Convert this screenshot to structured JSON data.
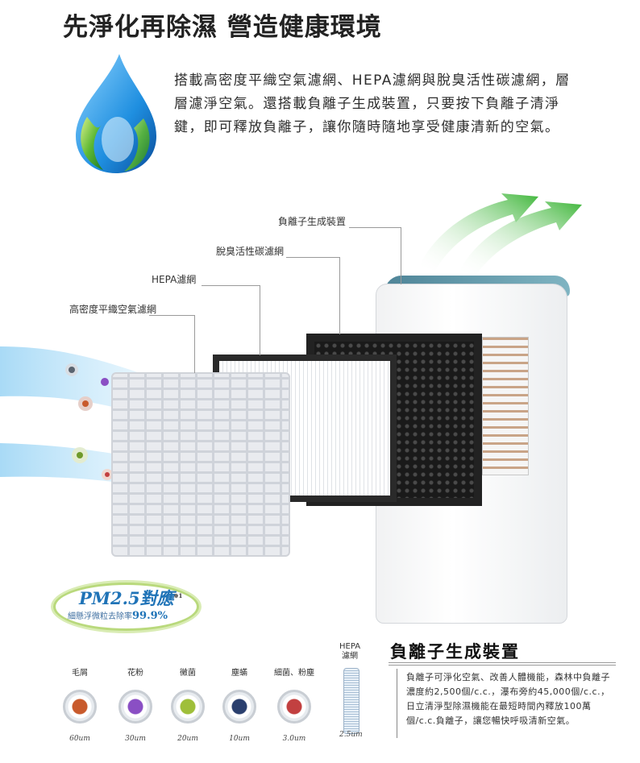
{
  "headline": "先淨化再除濕 營造健康環境",
  "intro": "搭載高密度平織空氣濾網、HEPA濾網與脫臭活性碳濾網，層層濾淨空氣。還搭載負離子生成裝置，只要按下負離子清淨鍵，即可釋放負離子，讓你隨時隨地享受健康清新的空氣。",
  "labels": {
    "ion": "負離子生成裝置",
    "carbon": "脫臭活性碳濾網",
    "hepa": "HEPA濾網",
    "mesh": "高密度平織空氣濾網"
  },
  "pm": {
    "title": "PM2.5對應",
    "note": "※1",
    "sub_prefix": "細懸浮微粒去除率",
    "sub_value": "99.9%"
  },
  "hepa_label": [
    "HEPA",
    "濾網"
  ],
  "pollutants": [
    {
      "name": "毛屑",
      "size": "60um",
      "color": "#c85a2c"
    },
    {
      "name": "花粉",
      "size": "30um",
      "color": "#8a4fc4"
    },
    {
      "name": "黴菌",
      "size": "20um",
      "color": "#9fbf3a"
    },
    {
      "name": "塵蟎",
      "size": "10um",
      "color": "#2a3f6e"
    },
    {
      "name": "細菌、粉塵",
      "size": "3.0um",
      "color": "#c24040"
    }
  ],
  "hepa_size": "2.5um",
  "ion_section": {
    "title": "負離子生成裝置",
    "body": "負離子可淨化空氣、改善人體機能，森林中負離子濃度約2,500個/c.c.，瀑布旁約45,000個/c.c.，日立清淨型除濕機能在最短時間內釋放100萬個/c.c.負離子，讓您暢快呼吸清新空氣。"
  },
  "colors": {
    "accent_blue": "#1f73b7",
    "arrow_green": "#4fb848",
    "arrow_blue": "#2f86c9"
  }
}
